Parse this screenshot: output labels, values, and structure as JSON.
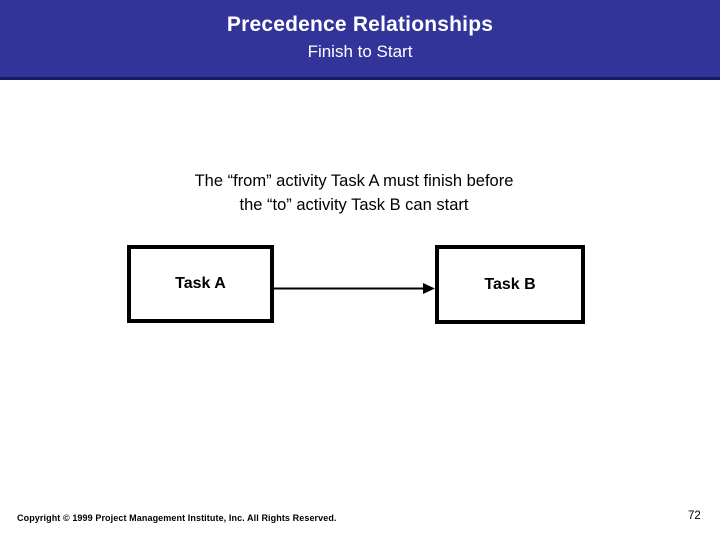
{
  "slide": {
    "title": "Precedence Relationships",
    "subtitle": "Finish to Start"
  },
  "body": {
    "line1": "The “from” activity Task A must finish before",
    "line2": "the “to” activity Task B can start"
  },
  "diagram": {
    "task_a_label": "Task A",
    "task_b_label": "Task B",
    "connector_type": "finish-to-start-arrow"
  },
  "footer": {
    "copyright": "Copyright © 1999 Project Management Institute, Inc. All Rights Reserved.",
    "page_number": "72"
  },
  "colors": {
    "header_bg": "#33349a",
    "header_border": "#1b1c60",
    "header_text": "#ffffff",
    "body_text": "#000000",
    "box_border": "#000000",
    "box_fill": "#ffffff",
    "arrow": "#000000"
  }
}
